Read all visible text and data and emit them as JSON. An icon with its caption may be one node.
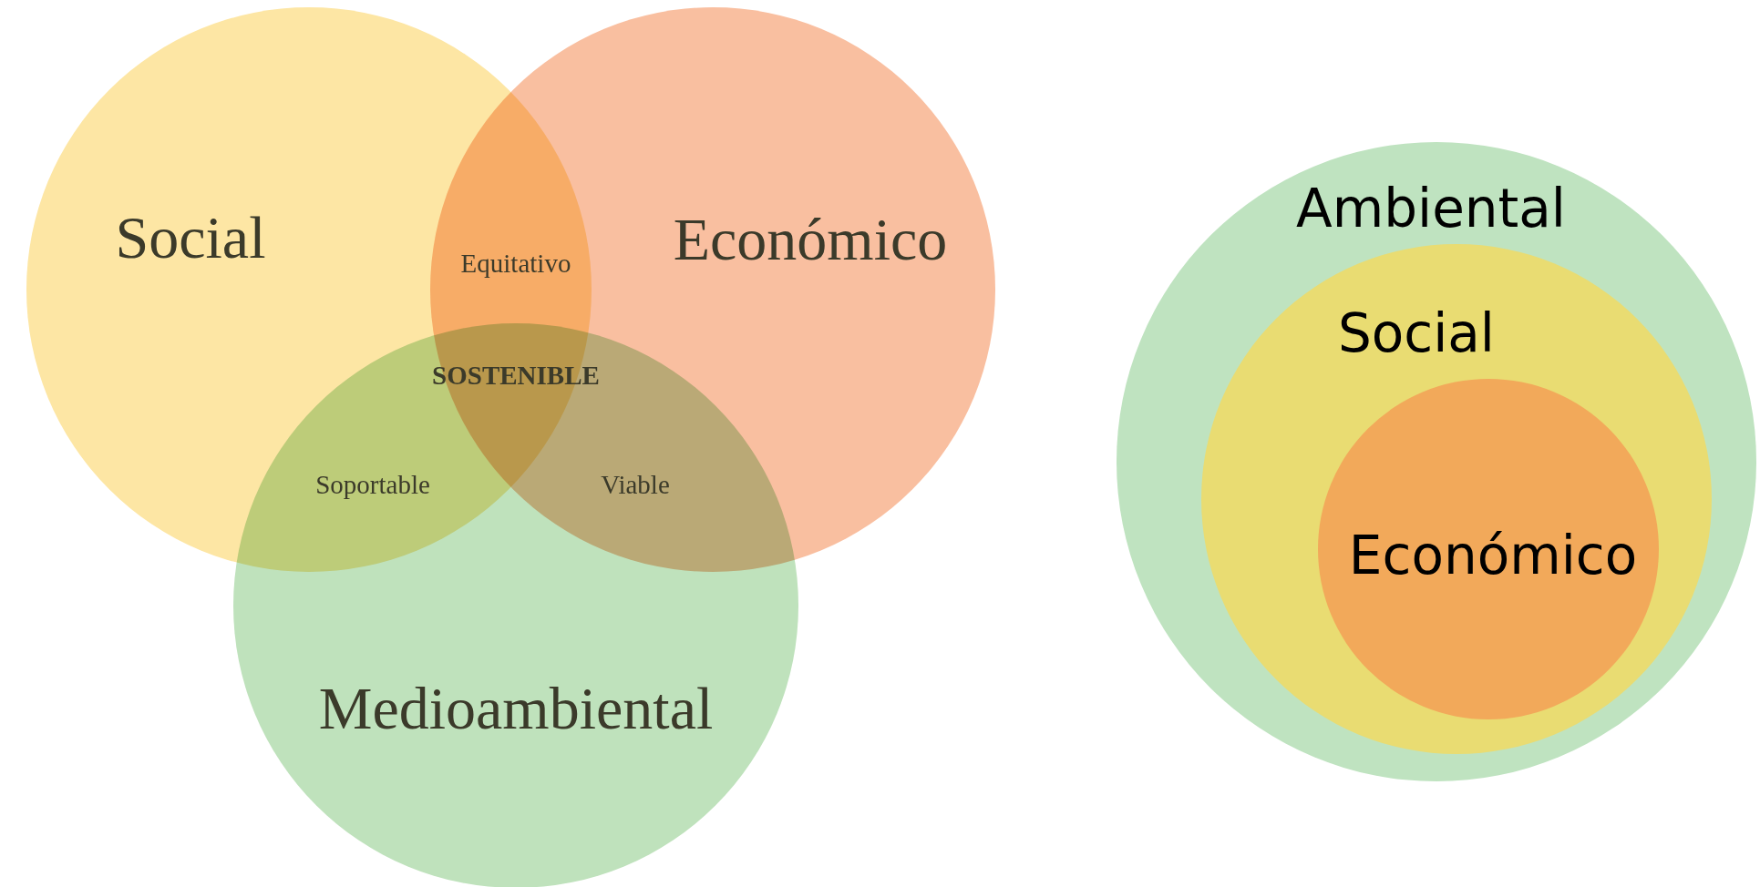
{
  "diagram": {
    "nodes": [
      {
        "text": [
          "Social"
        ]
      },
      {
        "text": [
          "Económico"
        ]
      },
      {
        "text": [
          "Medioambiental"
        ]
      },
      {
        "text": [
          "Ambiental"
        ]
      },
      {
        "text": [
          "Social"
        ],
        "in": 3
      },
      {
        "text": [
          "Económico"
        ],
        "in": 4
      }
    ],
    "labels": [
      "Equitativo",
      "SOSTENIBLE",
      "Soportable",
      "Viable"
    ]
  }
}
